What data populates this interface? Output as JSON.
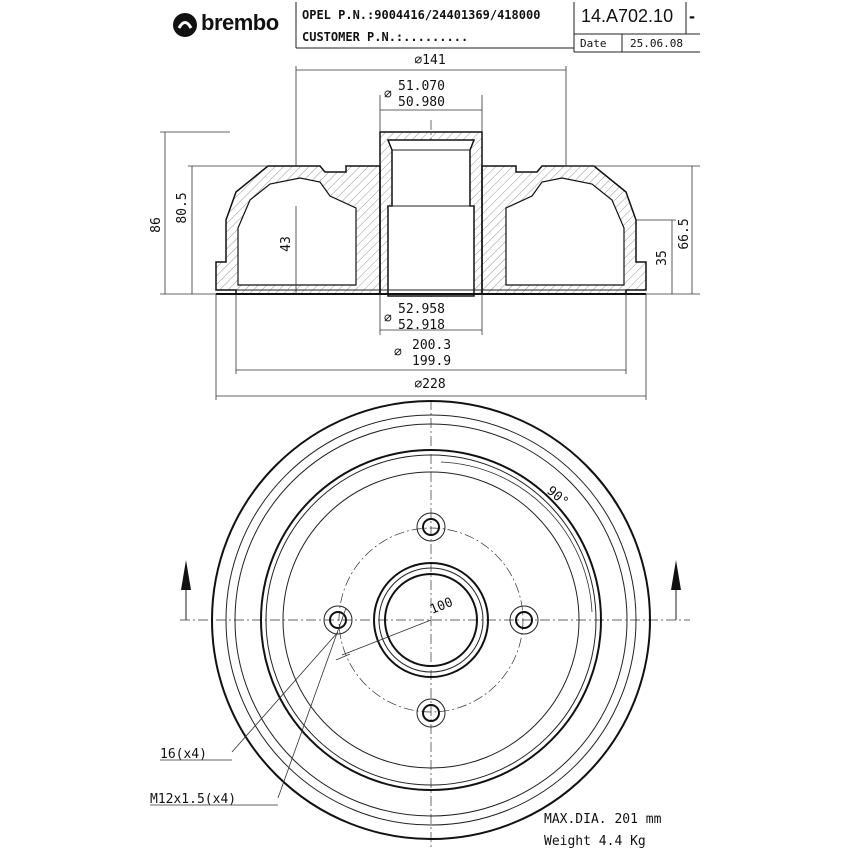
{
  "header": {
    "brand": "brembo",
    "oem_line": "OPEL P.N.:9004416/24401369/418000",
    "customer_line": "CUSTOMER P.N.:.........",
    "part_number": "14.A702.10",
    "revision": "-",
    "date_label": "Date",
    "date_value": "25.06.08"
  },
  "section_view": {
    "dia_outer": "⌀141",
    "dia_bore_upper_prefix": "⌀",
    "dia_bore_upper_max": "51.070",
    "dia_bore_upper_min": "50.980",
    "dia_bore_lower_prefix": "⌀",
    "dia_bore_lower_max": "52.958",
    "dia_bore_lower_min": "52.918",
    "dia_drum_prefix": "⌀",
    "dia_drum_max": "200.3",
    "dia_drum_min": "199.9",
    "dia_total": "⌀228",
    "height_total": "86",
    "height_inner": "80.5",
    "height_hub": "43",
    "height_right_outer": "66.5",
    "height_right_inner": "35"
  },
  "front_view": {
    "angle_label": "90°",
    "pcd_label": "100",
    "hole_label": "16(x4)",
    "thread_label": "M12x1.5(x4)"
  },
  "specs": {
    "max_dia": "MAX.DIA. 201 mm",
    "weight": "Weight 4.4 Kg"
  }
}
